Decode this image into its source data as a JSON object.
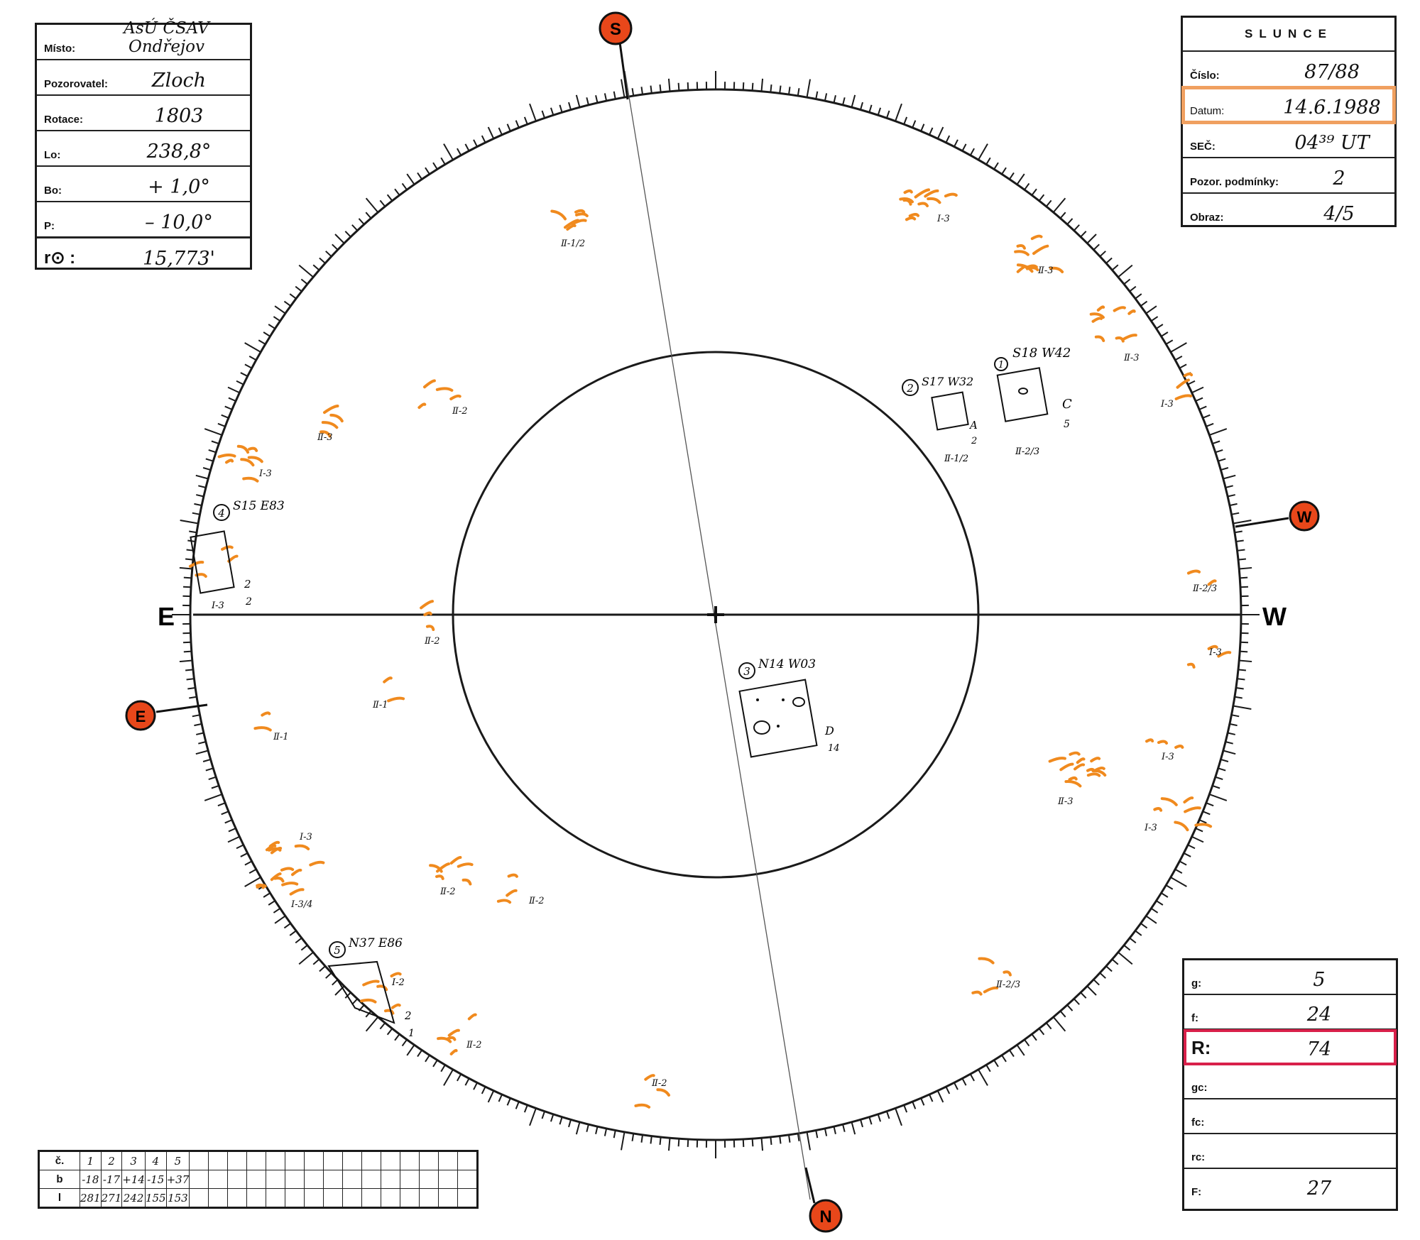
{
  "info": {
    "misto_label": "Místo:",
    "misto": "AsÚ ČSAV Ondřejov",
    "pozorovatel_label": "Pozorovatel:",
    "pozorovatel": "Zloch",
    "rotace_label": "Rotace:",
    "rotace": "1803",
    "lo_label": "Lo:",
    "lo": "238,8°",
    "bo_label": "Bo:",
    "bo": "+ 1,0°",
    "p_label": "P:",
    "p": "– 10,0°",
    "ro_label": "r⊙ :",
    "ro": "15,773'"
  },
  "sun": {
    "title": "SLUNCE",
    "cislo_label": "Číslo:",
    "cislo": "87/88",
    "datum_label": "Datum:",
    "datum": "14.6.1988",
    "sec_label": "SEČ:",
    "sec": "04³⁹ UT",
    "pozor_label": "Pozor. podmínky:",
    "pozor": "2",
    "obraz_label": "Obraz:",
    "obraz": "4/5"
  },
  "stats": {
    "g_label": "g:",
    "g": "5",
    "f_label": "f:",
    "f": "24",
    "r_label": "R:",
    "r": "74",
    "gc_label": "gc:",
    "gc": "",
    "fc_label": "fc:",
    "fc": "",
    "rc_label": "rc:",
    "rc": "",
    "F_label": "F:",
    "F": "27"
  },
  "table": {
    "row_c_label": "č.",
    "row_b_label": "b",
    "row_l_label": "l",
    "c": [
      "1",
      "2",
      "3",
      "4",
      "5"
    ],
    "b": [
      "-18",
      "-17",
      "+14",
      "-15",
      "+37"
    ],
    "l": [
      "281",
      "271",
      "242",
      "155",
      "153"
    ]
  },
  "directions": {
    "s": "S",
    "n": "N",
    "e_marker": "E",
    "w_marker": "W",
    "e_axis": "E",
    "w_axis": "W"
  },
  "groups": [
    {
      "num": "1",
      "coords": "S18 W42",
      "class": "C",
      "count": "5",
      "faculae": "Ⅱ-2/3"
    },
    {
      "num": "2",
      "coords": "S17 W32",
      "class": "A",
      "count": "2",
      "faculae": "Ⅱ-1/2"
    },
    {
      "num": "3",
      "coords": "N14 W03",
      "class": "D",
      "count": "14"
    },
    {
      "num": "4",
      "coords": "S15 E83",
      "class": "2",
      "count": "2",
      "faculae": "Ⅰ-3"
    },
    {
      "num": "5",
      "coords": "N37 E86",
      "class": "2",
      "count": "1",
      "faculae": "Ⅰ-2"
    }
  ],
  "facula_labels": [
    "Ⅱ-1/2",
    "Ⅰ-3",
    "Ⅱ-3",
    "Ⅱ-3",
    "Ⅰ-3",
    "Ⅱ-2",
    "Ⅱ-3",
    "Ⅰ-3",
    "Ⅱ-2/3",
    "Ⅱ-2",
    "Ⅰ-3",
    "Ⅱ-1",
    "Ⅱ-1",
    "Ⅱ-3",
    "Ⅰ-3",
    "Ⅰ-3",
    "Ⅰ-3",
    "Ⅰ-3/4",
    "Ⅱ-2",
    "Ⅱ-2",
    "Ⅱ-2/3",
    "Ⅱ-2",
    "Ⅱ-2"
  ],
  "colors": {
    "ink": "#1a1a1a",
    "facula": "#f08a1e",
    "marker_fill": "#e8471a",
    "datum_highlight": "#f0a060",
    "r_highlight": "#d8204a"
  }
}
